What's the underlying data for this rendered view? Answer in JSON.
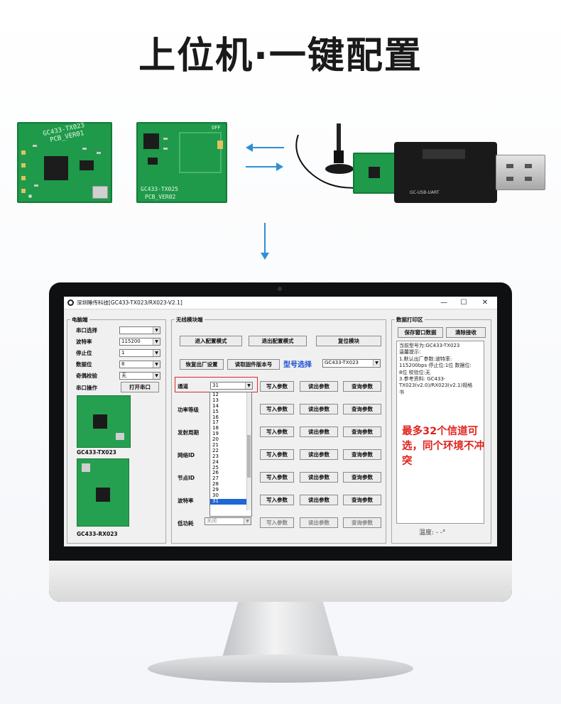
{
  "headline": "上位机·一键配置",
  "hardware": {
    "tx_board": {
      "line1": "GC433-TX023",
      "line2": "PCB_VER01"
    },
    "rx_board": {
      "line1": "GC433-TX025",
      "line2": "PCB_VER02",
      "corner": "OFF"
    },
    "usb_label": "GC-USB-UART"
  },
  "app": {
    "window_title": "深圳睡传科技[GC433-TX023/RX023-V2.1]",
    "controls": {
      "minimize": "—",
      "maximize": "☐",
      "close": "✕"
    },
    "pc_panel": {
      "title": "电脑端",
      "fields": [
        {
          "label": "串口选择",
          "value": ""
        },
        {
          "label": "波特率",
          "value": "115200"
        },
        {
          "label": "停止位",
          "value": "1"
        },
        {
          "label": "数据位",
          "value": "8"
        },
        {
          "label": "奇偶校验",
          "value": "无"
        }
      ],
      "port_label": "串口操作",
      "open_port": "打开串口",
      "tx_caption": "GC433-TX023",
      "rx_caption": "GC433-RX023"
    },
    "module_panel": {
      "title": "无线模块端",
      "enter_config": "进入配置模式",
      "exit_config": "退出配置模式",
      "reset_module": "复位模块",
      "factory_reset": "恢复出厂设置",
      "read_firmware": "读取固件版本号",
      "model_select_label": "型号选择",
      "model_value": "GC433-TX023",
      "write": "写入参数",
      "read": "读出参数",
      "query": "查询参数",
      "rows": [
        {
          "label": "通道",
          "value": "31"
        },
        {
          "label": "功率等级",
          "value": ""
        },
        {
          "label": "发射周期",
          "value": ""
        },
        {
          "label": "网络ID",
          "value": ""
        },
        {
          "label": "节点ID",
          "value": ""
        },
        {
          "label": "波特率",
          "value": ""
        },
        {
          "label": "低功耗",
          "value": "关闭"
        }
      ],
      "channel_options": [
        "12",
        "13",
        "14",
        "15",
        "16",
        "17",
        "18",
        "19",
        "20",
        "21",
        "22",
        "23",
        "24",
        "25",
        "26",
        "27",
        "28",
        "29",
        "30",
        "31"
      ],
      "channel_selected": "31"
    },
    "log_panel": {
      "title": "数据打印区",
      "save_window": "保存窗口数据",
      "clear_receive": "清除接收",
      "lines": [
        "当前型号为:GC433-TX023",
        "温馨提示:",
        "1.默认出厂参数:波特率:",
        "115200bps 停止位:1位 数据位:",
        "8位 校验位:无",
        "3.参考资料: GC433-",
        "TX023(v2.0)/RX023(v2.1)规格",
        "书"
      ],
      "temperature": "温度: - -°"
    }
  },
  "annotation": "最多32个信道可选，同个环境不冲突",
  "colors": {
    "accent_blue": "#2f8fd6",
    "annotation_red": "#e0221c",
    "pcb_green": "#1e9a4a",
    "highlight_box": "#d9272e"
  }
}
